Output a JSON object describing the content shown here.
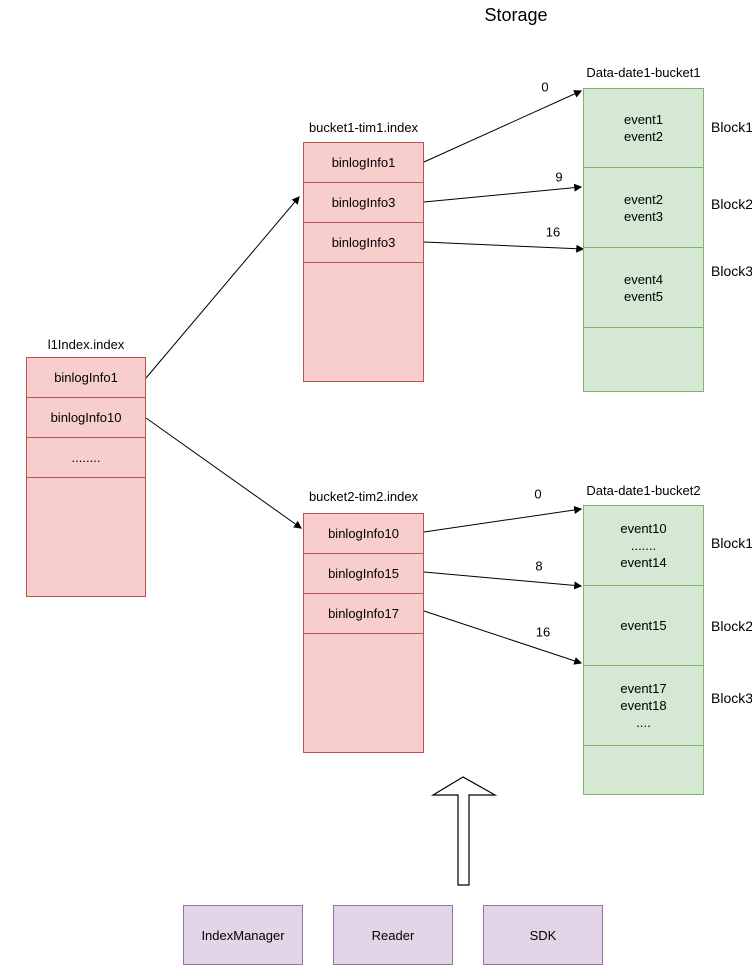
{
  "title": "Storage",
  "colors": {
    "index_fill": "#f8cecc",
    "index_stroke": "#b85450",
    "data_fill": "#d5e8d4",
    "data_stroke": "#82b366",
    "component_fill": "#e1d5e7",
    "component_stroke": "#9673a6",
    "arrow": "#000000"
  },
  "l1index": {
    "label": "l1Index.index",
    "rows": [
      "binlogInfo1",
      "binlogInfo10",
      "........"
    ]
  },
  "bucket1": {
    "label": "bucket1-tim1.index",
    "rows": [
      "binlogInfo1",
      "binlogInfo3",
      "binlogInfo3"
    ]
  },
  "bucket2": {
    "label": "bucket2-tim2.index",
    "rows": [
      "binlogInfo10",
      "binlogInfo15",
      "binlogInfo17"
    ]
  },
  "data1": {
    "label": "Data-date1-bucket1",
    "blocks": [
      [
        "event1",
        "event2"
      ],
      [
        "event2",
        "event3"
      ],
      [
        "event4",
        "event5"
      ]
    ],
    "block_labels": [
      "Block1",
      "Block2",
      "Block3"
    ],
    "offsets": [
      "0",
      "9",
      "16"
    ]
  },
  "data2": {
    "label": "Data-date1-bucket2",
    "blocks": [
      [
        "event10",
        ".......",
        "event14"
      ],
      [
        "event15"
      ],
      [
        "event17",
        "event18",
        "...."
      ]
    ],
    "block_labels": [
      "Block1",
      "Block2",
      "Block3"
    ],
    "offsets": [
      "0",
      "8",
      "16"
    ]
  },
  "components": [
    "IndexManager",
    "Reader",
    "SDK"
  ]
}
